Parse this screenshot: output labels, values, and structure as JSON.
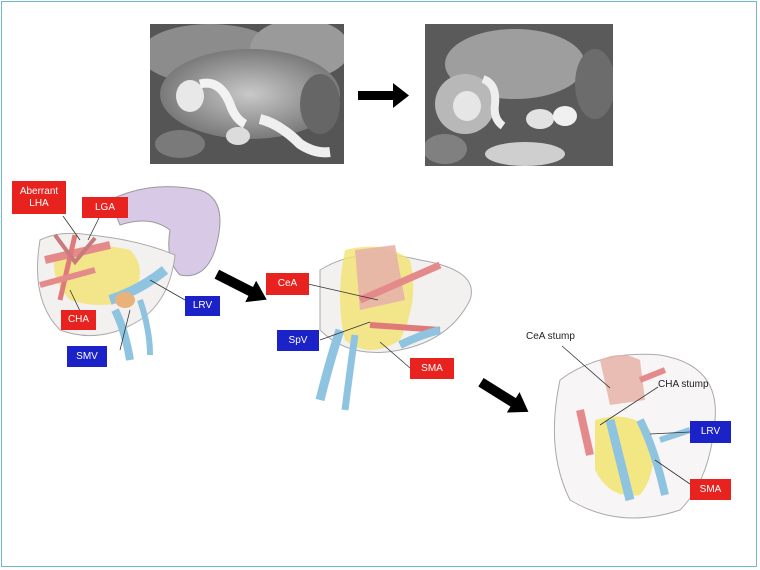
{
  "colors": {
    "red_label": "#e8231f",
    "blue_label": "#1a22c8",
    "arrow": "#000000",
    "border": "#6fb8c9"
  },
  "labels": {
    "aberrant_lha": "Aberrant\nLHA",
    "lga": "LGA",
    "cha": "CHA",
    "lrv_1": "LRV",
    "smv": "SMV",
    "cea": "CeA",
    "spv": "SpV",
    "sma_1": "SMA",
    "cea_stump": "CeA stump",
    "cha_stump": "CHA stump",
    "lrv_2": "LRV",
    "sma_2": "SMA"
  },
  "icons": [
    "right-arrow-icon",
    "diagonal-arrow-icon"
  ]
}
